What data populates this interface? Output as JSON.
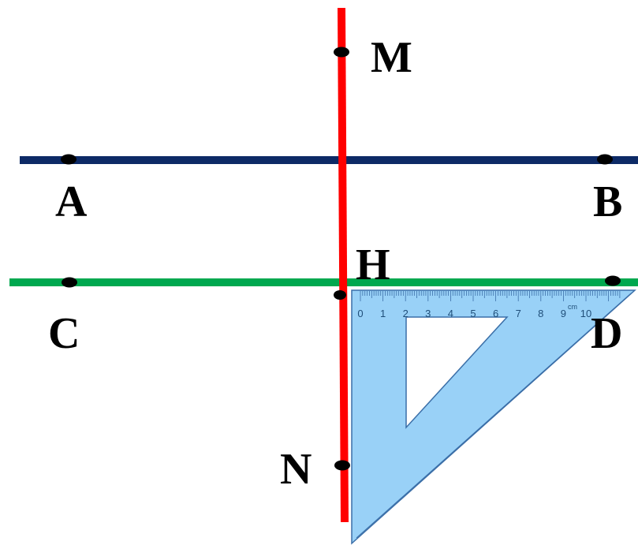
{
  "points": {
    "M": "M",
    "A": "A",
    "B": "B",
    "H": "H",
    "C": "C",
    "D": "D",
    "N": "N"
  },
  "ruler": {
    "numbers": [
      "0",
      "1",
      "2",
      "3",
      "4",
      "5",
      "6",
      "7",
      "8",
      "9",
      "10"
    ],
    "unit": "cm"
  },
  "colors": {
    "line_ab": "#0d2a66",
    "line_cd": "#00a84f",
    "line_mn": "#ff0000",
    "set_square_fill": "#99d1f7",
    "set_square_stroke": "#3b6fa8",
    "point": "#000000"
  }
}
